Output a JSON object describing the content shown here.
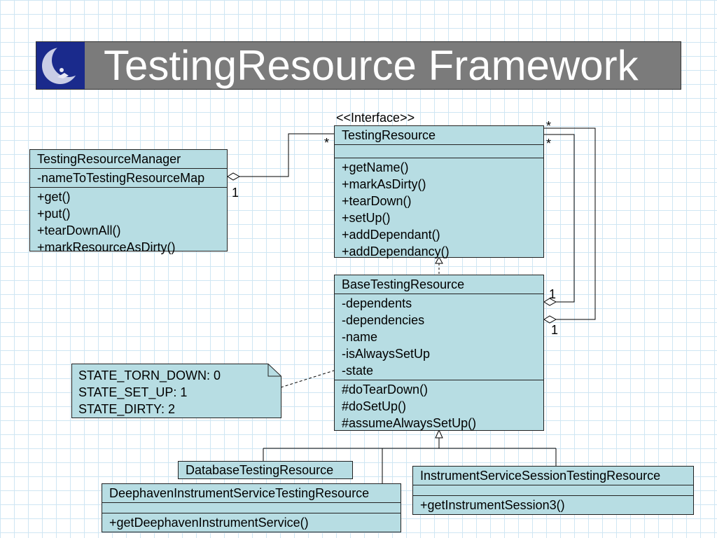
{
  "slide": {
    "title": "TestingResource Framework",
    "logo_icon": "moon-reader-logo-icon",
    "grid_color": "#cfe6f3",
    "box_color": "#b7dde3"
  },
  "diagram": {
    "interface_stereotype": "<<Interface>>",
    "testing_resource": {
      "name": "TestingResource",
      "methods": [
        "+getName()",
        "+markAsDirty()",
        "+tearDown()",
        "+setUp()",
        "+addDependant()",
        "+addDependancy()"
      ]
    },
    "manager": {
      "name": "TestingResourceManager",
      "attributes": [
        "-nameToTestingResourceMap"
      ],
      "methods": [
        "+get()",
        "+put()",
        "+tearDownAll()",
        "+markResourceAsDirty()"
      ]
    },
    "base": {
      "name": "BaseTestingResource",
      "attributes": [
        "-dependents",
        "-dependencies",
        "-name",
        "-isAlwaysSetUp",
        "-state"
      ],
      "methods": [
        "#doTearDown()",
        "#doSetUp()",
        "#assumeAlwaysSetUp()"
      ]
    },
    "note": {
      "lines": [
        "STATE_TORN_DOWN: 0",
        "STATE_SET_UP: 1",
        "STATE_DIRTY: 2"
      ]
    },
    "database": {
      "name": "DatabaseTestingResource"
    },
    "deephaven": {
      "name": "DeephavenInstrumentServiceTestingResource",
      "methods": [
        "+getDeephavenInstrumentService()"
      ]
    },
    "session": {
      "name": "InstrumentServiceSessionTestingResource",
      "methods": [
        "+getInstrumentSession3()"
      ]
    },
    "multiplicities": {
      "manager_one": "1",
      "manager_many": "*",
      "dependents_many": "*",
      "dependencies_many": "*",
      "dependents_one": "1",
      "dependencies_one": "1"
    }
  }
}
